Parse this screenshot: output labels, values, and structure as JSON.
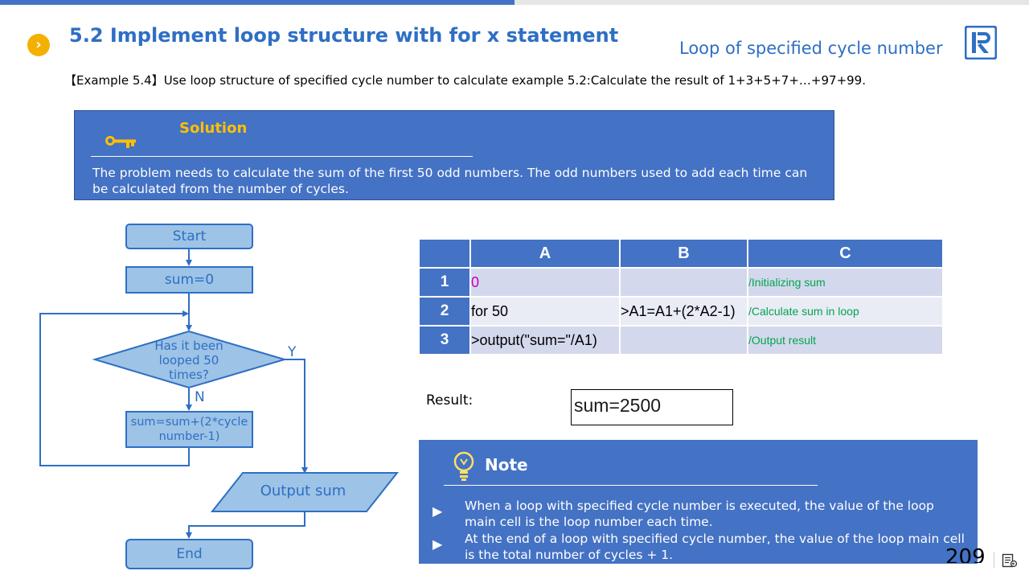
{
  "header": {
    "title": "5.2 Implement loop structure with for x statement",
    "subtitle": "Loop of specified cycle number",
    "example": "【Example 5.4】Use loop structure of specified cycle number to calculate example 5.2:Calculate the result of 1+3+5+7+…+97+99."
  },
  "solution": {
    "title": "Solution",
    "text": "The problem needs to calculate the sum of the first 50 odd numbers. The odd numbers used to add each time can be calculated from the number of cycles."
  },
  "flowchart": {
    "start": "Start",
    "init": "sum=0",
    "condition": "Has it been looped 50 times?",
    "yes": "Y",
    "no": "N",
    "body": "sum=sum+(2*cycle number-1)",
    "output": "Output sum",
    "end": "End"
  },
  "sheet": {
    "columns": [
      "A",
      "B",
      "C"
    ],
    "rows": [
      {
        "num": "1",
        "a": "0",
        "b": "",
        "c": "/Initializing sum"
      },
      {
        "num": "2",
        "a": "for 50",
        "b": ">A1=A1+(2*A2-1)",
        "c": "/Calculate sum in loop"
      },
      {
        "num": "3",
        "a": ">output(\"sum=\"/A1)",
        "b": "",
        "c": "/Output result"
      }
    ]
  },
  "result": {
    "label": "Result:",
    "value": "sum=2500"
  },
  "note": {
    "title": "Note",
    "items": [
      "When a loop with specified cycle number is executed, the value of the loop main cell is the loop number each time.",
      "At the end of a loop with specified cycle number, the value of the loop main cell is the total number of cycles + 1."
    ]
  },
  "footer": {
    "page_number": "209"
  },
  "colors": {
    "accent": "#4472c4",
    "title": "#2e6fc4",
    "solution_title": "#ffc000",
    "comment": "#00a651"
  }
}
